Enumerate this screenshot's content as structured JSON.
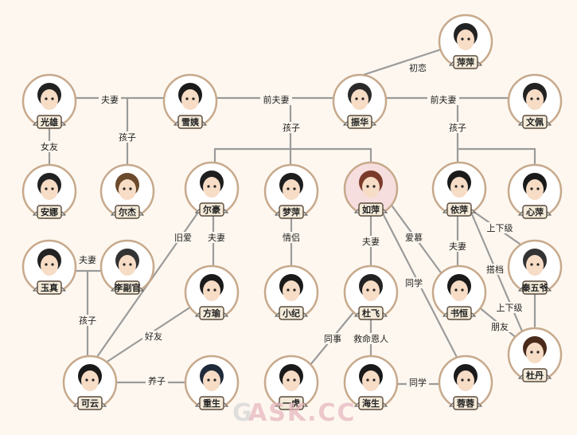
{
  "nodes": [
    {
      "id": "pingping",
      "label": "萍萍"
    },
    {
      "id": "guangxiong",
      "label": "光雄"
    },
    {
      "id": "xueyi",
      "label": "雪姨"
    },
    {
      "id": "zhenhua",
      "label": "振华"
    },
    {
      "id": "wenpei",
      "label": "文佩"
    },
    {
      "id": "anna",
      "label": "安娜"
    },
    {
      "id": "erjie",
      "label": "尔杰"
    },
    {
      "id": "erhao",
      "label": "尔豪"
    },
    {
      "id": "mengping",
      "label": "梦萍"
    },
    {
      "id": "ruping",
      "label": "如萍"
    },
    {
      "id": "yiping",
      "label": "依萍"
    },
    {
      "id": "xinping",
      "label": "心萍"
    },
    {
      "id": "yuzhen",
      "label": "玉真"
    },
    {
      "id": "lifuguan",
      "label": "李副官"
    },
    {
      "id": "fangyu",
      "label": "方瑜"
    },
    {
      "id": "xiaoji",
      "label": "小纪"
    },
    {
      "id": "dufei",
      "label": "杜飞"
    },
    {
      "id": "shuheng",
      "label": "书恒"
    },
    {
      "id": "qinwuye",
      "label": "秦五爷"
    },
    {
      "id": "keyun",
      "label": "可云"
    },
    {
      "id": "chongsheng",
      "label": "重生"
    },
    {
      "id": "yihu",
      "label": "一虎"
    },
    {
      "id": "haisheng",
      "label": "海生"
    },
    {
      "id": "rongrong",
      "label": "蓉蓉"
    },
    {
      "id": "dudan",
      "label": "杜丹"
    }
  ],
  "relations": {
    "chulian": "初恋",
    "fuqi_gx": "夫妻",
    "qianfuqi_xy": "前夫妻",
    "qianfuqi_wp": "前夫妻",
    "nvyou": "女友",
    "haizi_xy": "孩子",
    "haizi_zh": "孩子",
    "haizi_wp": "孩子",
    "jiuai": "旧爱",
    "fuqi_eh": "夫妻",
    "qinglv": "情侣",
    "fuqi_rp": "夫妻",
    "aimu": "爱慕",
    "fuqi_yp": "夫妻",
    "shangxiaji1": "上下级",
    "dadang": "搭档",
    "shangxiaji2": "上下级",
    "pengyou": "朋友",
    "tongxue1": "同学",
    "fuqi_yz": "夫妻",
    "haizi_yz": "孩子",
    "haoyou": "好友",
    "yangzi": "养子",
    "tongshi": "同事",
    "jiumingenren": "救命恩人",
    "tongxue2": "同学"
  },
  "watermark": "GASK.CC",
  "colors": {
    "background": "#fdf7ef",
    "line": "#9b9b9b",
    "ring": "#c7a98c",
    "label_bg": "#f3ead9",
    "watermark": "#e7b8bf"
  }
}
